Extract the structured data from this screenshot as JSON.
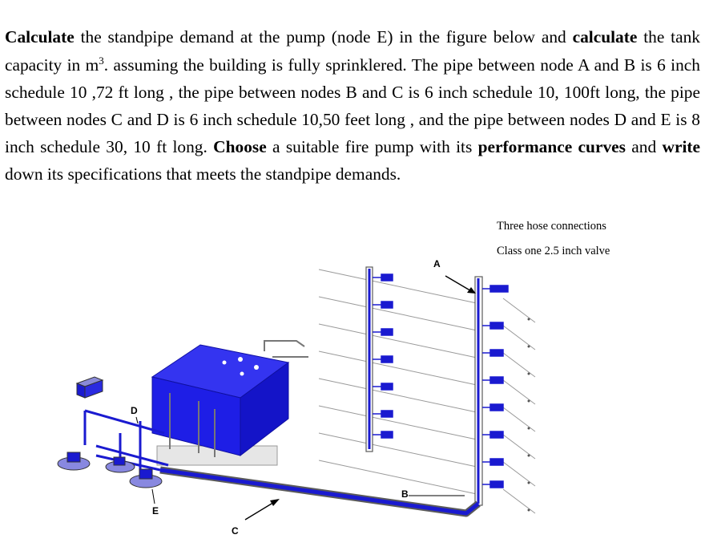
{
  "question": {
    "t1": "Calculate",
    "t2": " the standpipe demand at the pump (node E) in the figure below and ",
    "t3": "calculate",
    "t4": " the tank capacity in m",
    "sup": "3",
    "t5": ". assuming the building is fully sprinklered. The pipe between node A and B is 6 inch schedule 10 ,72 ft long , the pipe between nodes B and C is 6 inch schedule 10, 100ft long, the pipe between nodes C and D is 6 inch schedule 10,50 feet long , and the pipe between nodes D and E is 8 inch schedule 30, 10 ft long. ",
    "t6": "Choose",
    "t7": " a suitable fire pump with its ",
    "t8": "performance curves",
    "t9": " and ",
    "t10": "write",
    "t11": " down its specifications that meets the standpipe demands."
  },
  "figure": {
    "caption_line1": "Three hose connections",
    "caption_line2": "Class one 2.5 inch valve",
    "node_a": "A",
    "node_b": "B",
    "node_c": "C",
    "node_d": "D",
    "node_e": "E"
  },
  "colors": {
    "pipe": "#1a1ad0",
    "tank": "#1e1ee6",
    "outline": "#5a5a5a",
    "sprinkler_line": "#9a9a9a"
  }
}
